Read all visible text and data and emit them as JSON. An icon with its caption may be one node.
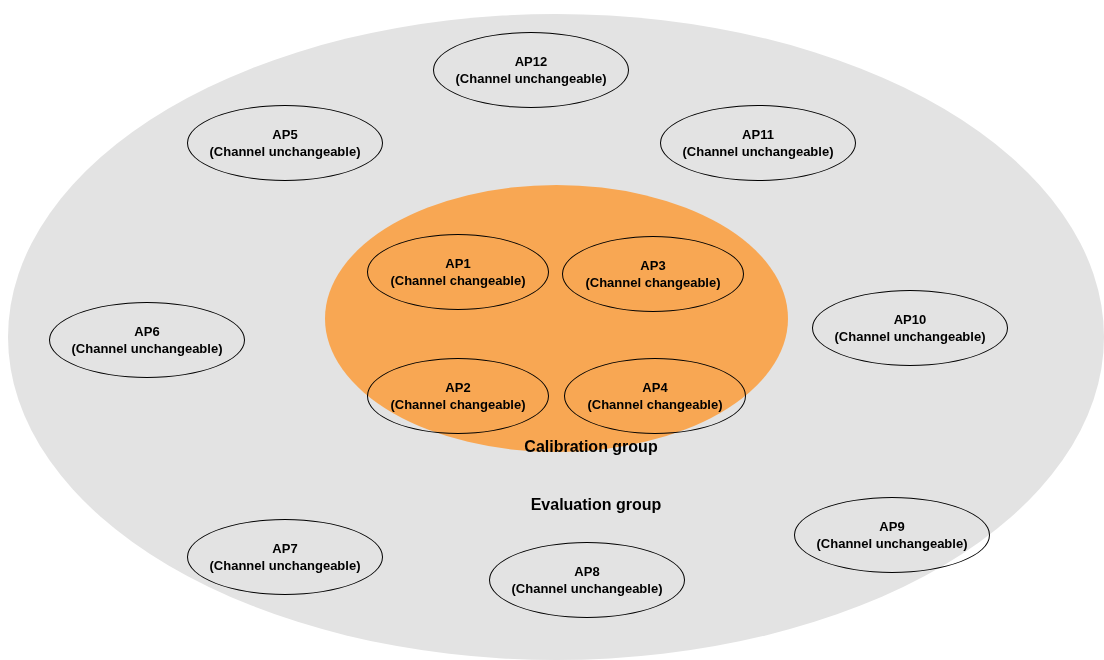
{
  "diagram": {
    "nodes": [
      {
        "text": [
          "Evaluation group"
        ]
      },
      {
        "text": [
          "AP12",
          "(Channel unchangeable)"
        ],
        "in": 0
      },
      {
        "text": [
          "AP5",
          "(Channel unchangeable)"
        ],
        "in": 0
      },
      {
        "text": [
          "AP11",
          "(Channel unchangeable)"
        ],
        "in": 0
      },
      {
        "text": [
          "Calibration group"
        ],
        "in": 0
      },
      {
        "text": [
          "AP1",
          "(Channel changeable)"
        ],
        "in": 4
      },
      {
        "text": [
          "AP3",
          "(Channel changeable)"
        ],
        "in": 4
      },
      {
        "text": [
          "AP6",
          "(Channel unchangeable)"
        ],
        "in": 0
      },
      {
        "text": [
          "AP10",
          "(Channel unchangeable)"
        ],
        "in": 0
      },
      {
        "text": [
          "AP2",
          "(Channel changeable)"
        ],
        "in": 4
      },
      {
        "text": [
          "AP4",
          "(Channel changeable)"
        ],
        "in": 4
      },
      {
        "text": [
          "AP9",
          "(Channel unchangeable)"
        ],
        "in": 0
      },
      {
        "text": [
          "AP7",
          "(Channel unchangeable)"
        ],
        "in": 0
      },
      {
        "text": [
          "AP8",
          "(Channel unchangeable)"
        ],
        "in": 0
      }
    ]
  }
}
